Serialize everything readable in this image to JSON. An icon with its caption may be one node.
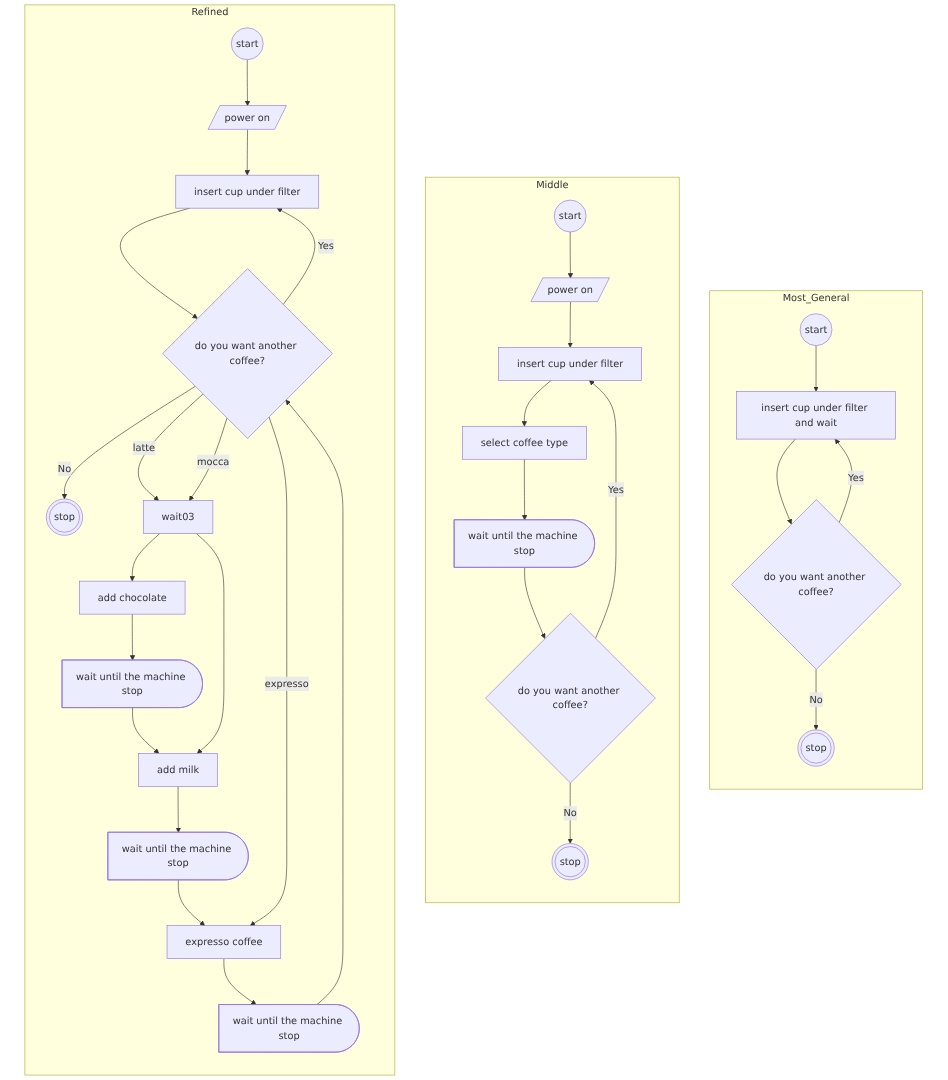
{
  "diagram": {
    "nodes": [
      {
        "text": [
          "Most_General"
        ]
      },
      {
        "text": [
          "start"
        ],
        "in": 0
      },
      {
        "text": [
          "insert cup under filter and wait"
        ],
        "in": 0
      },
      {
        "text": [
          "do you want another coffee?"
        ],
        "in": 0
      },
      {
        "text": [
          "stop"
        ],
        "in": 0
      },
      {
        "text": [
          "Middle"
        ]
      },
      {
        "text": [
          "start"
        ],
        "in": 5
      },
      {
        "text": [
          "power on"
        ],
        "in": 5
      },
      {
        "text": [
          "insert cup under filter"
        ],
        "in": 5
      },
      {
        "text": [
          "select coffee type"
        ],
        "in": 5
      },
      {
        "text": [
          "wait until the machine stop"
        ],
        "in": 5
      },
      {
        "text": [
          "do you want another coffee?"
        ],
        "in": 5
      },
      {
        "text": [
          "stop"
        ],
        "in": 5
      },
      {
        "text": [
          "Refined"
        ]
      },
      {
        "text": [
          "start"
        ],
        "in": 13
      },
      {
        "text": [
          "power on"
        ],
        "in": 13
      },
      {
        "text": [
          "insert cup under filter"
        ],
        "in": 13
      },
      {
        "text": [
          "do you want another coffee?"
        ],
        "in": 13
      },
      {
        "text": [
          "stop"
        ],
        "in": 13
      },
      {
        "text": [
          "wait03"
        ],
        "in": 13
      },
      {
        "text": [
          "add chocolate"
        ],
        "in": 13
      },
      {
        "text": [
          "wait until the machine stop"
        ],
        "in": 13
      },
      {
        "text": [
          "add milk"
        ],
        "in": 13
      },
      {
        "text": [
          "wait until the machine stop"
        ],
        "in": 13
      },
      {
        "text": [
          "expresso coffee"
        ],
        "in": 13
      },
      {
        "text": [
          "wait until the machine stop"
        ],
        "in": 13
      }
    ],
    "edges": [
      {
        "from": 1,
        "to": 2,
        "arrow": "to"
      },
      {
        "from": 2,
        "to": 3,
        "arrow": "to"
      },
      {
        "from": 3,
        "to": 2,
        "arrow": "to",
        "label": "Yes"
      },
      {
        "from": 3,
        "to": 4,
        "arrow": "to",
        "label": "No"
      },
      {
        "from": 6,
        "to": 7,
        "arrow": "to"
      },
      {
        "from": 7,
        "to": 8,
        "arrow": "to"
      },
      {
        "from": 8,
        "to": 9,
        "arrow": "to"
      },
      {
        "from": 9,
        "to": 10,
        "arrow": "to"
      },
      {
        "from": 10,
        "to": 11,
        "arrow": "to"
      },
      {
        "from": 11,
        "to": 8,
        "arrow": "to",
        "label": "Yes"
      },
      {
        "from": 11,
        "to": 12,
        "arrow": "to",
        "label": "No"
      },
      {
        "from": 14,
        "to": 15,
        "arrow": "to"
      },
      {
        "from": 15,
        "to": 16,
        "arrow": "to"
      },
      {
        "from": 16,
        "to": 17,
        "arrow": "to"
      },
      {
        "from": 17,
        "to": 16,
        "arrow": "to",
        "label": "Yes"
      },
      {
        "from": 17,
        "to": 18,
        "arrow": "to",
        "label": "No"
      },
      {
        "from": 17,
        "to": 19,
        "arrow": "to",
        "label": "latte"
      },
      {
        "from": 17,
        "to": 19,
        "arrow": "to",
        "label": "mocca"
      },
      {
        "from": 19,
        "to": 20,
        "arrow": "to"
      },
      {
        "from": 20,
        "to": 21,
        "arrow": "to"
      },
      {
        "from": 21,
        "to": 22,
        "arrow": "to"
      },
      {
        "from": 19,
        "to": 22,
        "arrow": "to"
      },
      {
        "from": 22,
        "to": 23,
        "arrow": "to"
      },
      {
        "from": 23,
        "to": 24,
        "arrow": "to"
      },
      {
        "from": 17,
        "to": 24,
        "arrow": "to",
        "label": "expresso"
      },
      {
        "from": 24,
        "to": 25,
        "arrow": "to"
      },
      {
        "from": 25,
        "to": 17,
        "arrow": "to"
      }
    ]
  }
}
